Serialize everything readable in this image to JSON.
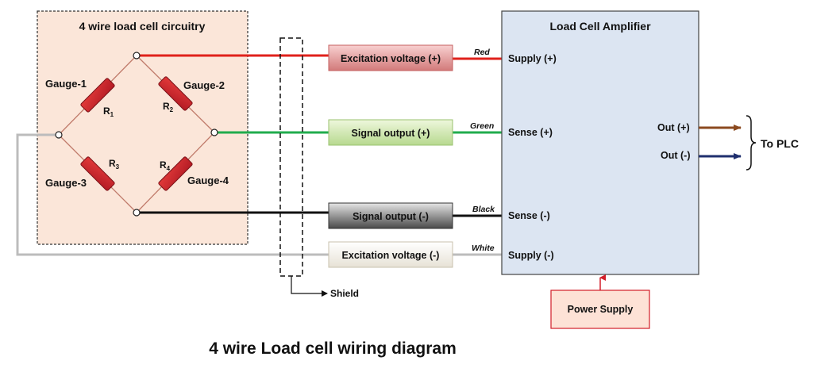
{
  "circuit": {
    "title": "4 wire load cell circuitry",
    "gauges": [
      {
        "label": "Gauge-1",
        "resistor": "R",
        "sub": "1"
      },
      {
        "label": "Gauge-2",
        "resistor": "R",
        "sub": "2"
      },
      {
        "label": "Gauge-3",
        "resistor": "R",
        "sub": "3"
      },
      {
        "label": "Gauge-4",
        "resistor": "R",
        "sub": "4"
      }
    ]
  },
  "connections": [
    {
      "label": "Excitation voltage (+)",
      "wire": "Red",
      "terminal": "Supply (+)",
      "color": "#e0211b"
    },
    {
      "label": "Signal output (+)",
      "wire": "Green",
      "terminal": "Sense (+)",
      "color": "#21ac4d"
    },
    {
      "label": "Signal output (-)",
      "wire": "Black",
      "terminal": "Sense (-)",
      "color": "#111111"
    },
    {
      "label": "Excitation voltage (-)",
      "wire": "White",
      "terminal": "Supply (-)",
      "color": "#bcbcbc"
    }
  ],
  "shield": {
    "label": "Shield"
  },
  "amplifier": {
    "title": "Load Cell Amplifier",
    "outputs": [
      {
        "label": "Out (+)",
        "color": "#8b4a1f"
      },
      {
        "label": "Out (-)",
        "color": "#1f2f6e"
      }
    ],
    "destination": "To PLC"
  },
  "power_supply": {
    "label": "Power Supply"
  },
  "caption": "4 wire Load cell wiring diagram",
  "colors": {
    "circuit_bg": "#fbe6d9",
    "amplifier_bg": "#dce5f2",
    "power_bg": "#fde2d6",
    "resistor": "#d21f2a"
  }
}
